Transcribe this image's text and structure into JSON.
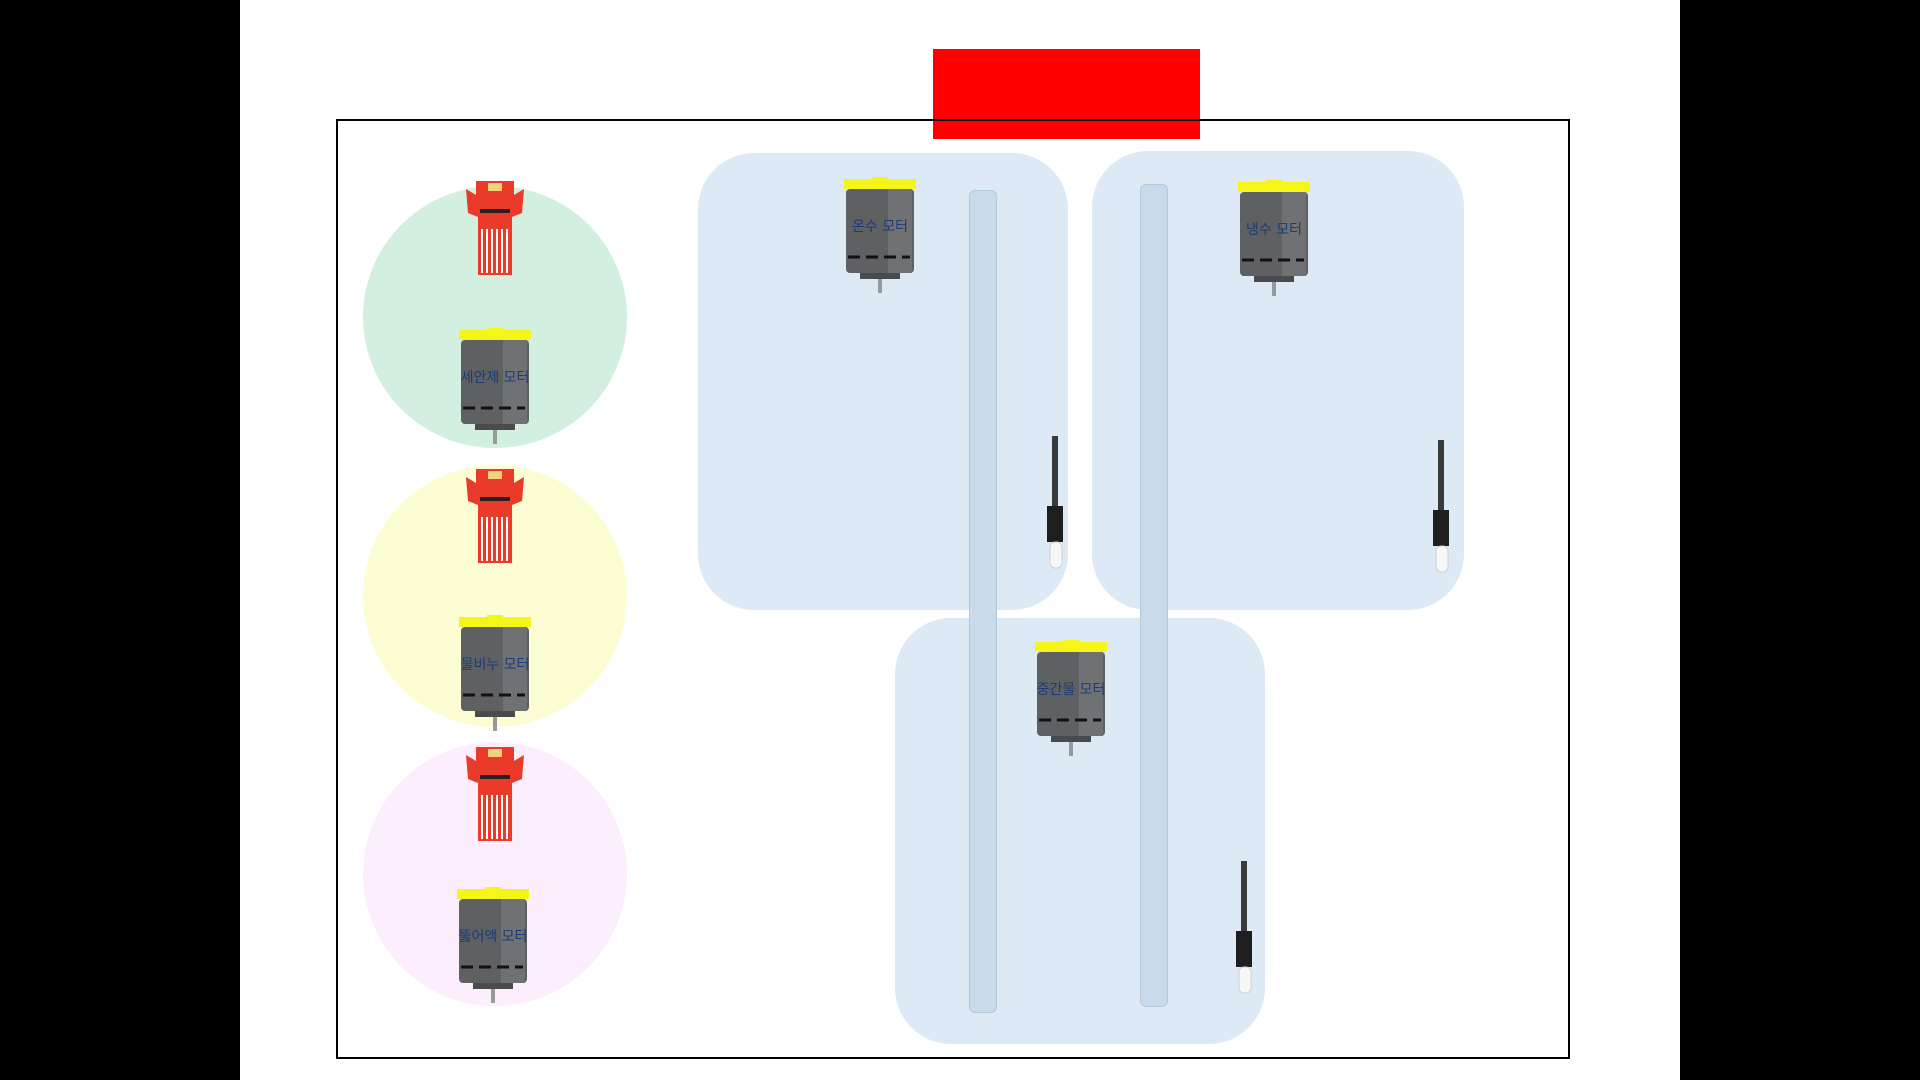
{
  "banner": {
    "color": "#ff0000"
  },
  "colors": {
    "green_circle": "#d3efe0",
    "yellow_circle": "#fdfdd3",
    "pink_circle": "#fdeefd",
    "tank": "#dde9f5",
    "motor_cap": "#f5f51a",
    "sensor": "#ea3a2a"
  },
  "icons": {
    "motor": "dc-motor-icon",
    "sensor": "water-level-sensor-icon",
    "level": "float-level-switch-icon"
  },
  "motors": {
    "detergent": "세안제 모터",
    "soap": "물비누 모터",
    "drain_cleaner": "뚫어액 모터",
    "hot_water": "온수 모터",
    "cold_water": "냉수 모터",
    "middle_water": "중간물 모터"
  }
}
